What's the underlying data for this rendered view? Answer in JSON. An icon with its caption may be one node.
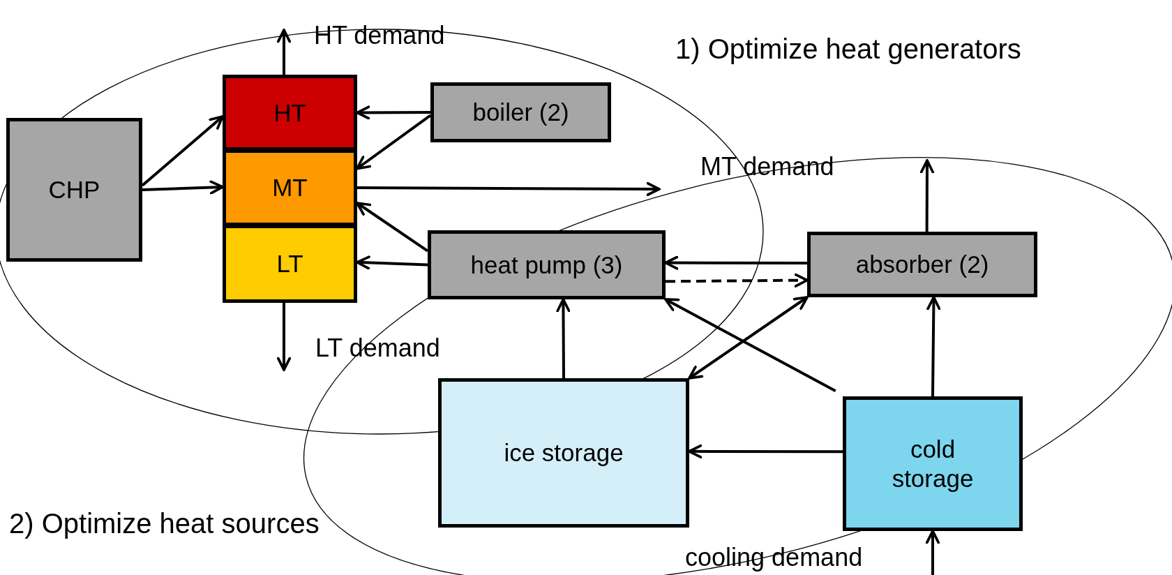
{
  "diagram": {
    "nodes": [
      {
        "text": [
          "CHP"
        ]
      },
      {
        "text": [
          "HT"
        ]
      },
      {
        "text": [
          "MT"
        ]
      },
      {
        "text": [
          "LT"
        ]
      },
      {
        "text": [
          "boiler (2)"
        ]
      },
      {
        "text": [
          "heat pump (3)"
        ]
      },
      {
        "text": [
          "absorber (2)"
        ]
      },
      {
        "text": [
          "ice storage"
        ]
      },
      {
        "text": [
          "cold storage"
        ]
      }
    ],
    "edges": [
      {
        "from": 0,
        "to": 1,
        "arrow": "to"
      },
      {
        "from": 0,
        "to": 2,
        "arrow": "to"
      },
      {
        "from": 1,
        "to": null,
        "arrow": "to"
      },
      {
        "from": 4,
        "to": 1,
        "arrow": "to"
      },
      {
        "from": 4,
        "to": 2,
        "arrow": "to"
      },
      {
        "from": 2,
        "to": null,
        "arrow": "to"
      },
      {
        "from": 5,
        "to": 2,
        "arrow": "to"
      },
      {
        "from": 5,
        "to": 3,
        "arrow": "to"
      },
      {
        "from": 3,
        "to": null,
        "arrow": "to"
      },
      {
        "from": 6,
        "to": 5,
        "arrow": "to"
      },
      {
        "from": 5,
        "to": 6,
        "arrow": "to",
        "style": "dashed"
      },
      {
        "from": 6,
        "to": null,
        "arrow": "to"
      },
      {
        "from": 7,
        "to": 5,
        "arrow": "to"
      },
      {
        "from": 8,
        "to": 5,
        "arrow": "to"
      },
      {
        "from": 7,
        "to": 6,
        "arrow": "both"
      },
      {
        "from": 8,
        "to": 7,
        "arrow": "to"
      },
      {
        "from": 8,
        "to": 6,
        "arrow": "to"
      },
      {
        "from": null,
        "to": 8,
        "arrow": "to"
      }
    ],
    "labels": [
      "HT demand",
      "1) Optimize heat generators",
      "MT demand",
      "LT demand",
      "2) Optimize heat sources",
      "cooling demand"
    ]
  }
}
